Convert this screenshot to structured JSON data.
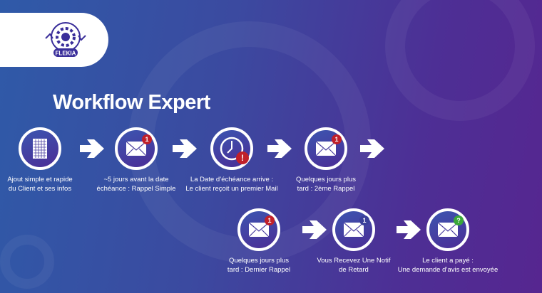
{
  "brand": {
    "logo_text": "FLEKIA"
  },
  "title": "Workflow Expert",
  "steps": [
    {
      "icon": "document-icon",
      "label_line1": "Ajout simple et rapide",
      "label_line2": "du Client et ses infos"
    },
    {
      "icon": "mail-icon",
      "badge": "1",
      "badge_color": "#c0202a",
      "label_line1": "~5 jours avant la date",
      "label_line2": "échéance : Rappel Simple"
    },
    {
      "icon": "clock-icon",
      "badge": "!",
      "badge_color": "#c0202a",
      "label_line1": "La Date d’échéance arrive :",
      "label_line2": "Le client reçoit un premier Mail"
    },
    {
      "icon": "mail-icon",
      "badge": "1",
      "badge_color": "#c0202a",
      "label_line1": "Quelques jours plus",
      "label_line2": "tard : 2ème Rappel"
    },
    {
      "icon": "mail-icon",
      "badge": "1",
      "badge_color": "#c0202a",
      "label_line1": "Quelques jours plus",
      "label_line2": "tard : Dernier Rappel"
    },
    {
      "icon": "mail-icon",
      "badge": "1",
      "badge_color": "#3a3f9a",
      "label_line1": "Vous Recevez Une Notif",
      "label_line2": "de Retard"
    },
    {
      "icon": "mail-icon",
      "badge": "?",
      "badge_color": "#3aa83a",
      "label_line1": "Le client a payé :",
      "label_line2": "Une demande d’avis est envoyée"
    }
  ]
}
